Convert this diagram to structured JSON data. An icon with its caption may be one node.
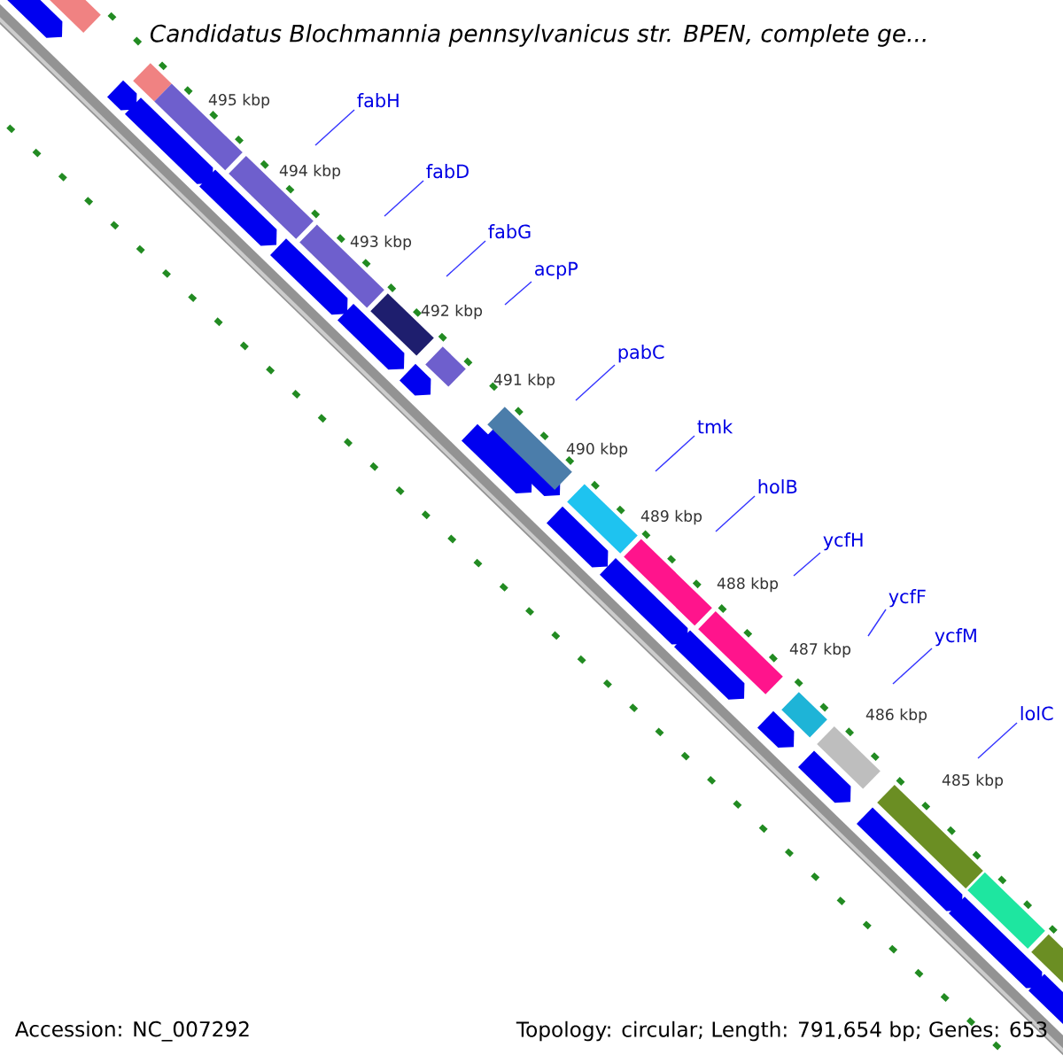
{
  "diagram": {
    "title": "Candidatus Blochmannia pennsylvanicus str. BPEN, complete ge...",
    "nodes": [
      {
        "text": [
          "fabH"
        ]
      },
      {
        "text": [
          "fabD"
        ]
      },
      {
        "text": [
          "fabG"
        ]
      },
      {
        "text": [
          "acpP"
        ]
      },
      {
        "text": [
          "pabC"
        ]
      },
      {
        "text": [
          "tmk"
        ]
      },
      {
        "text": [
          "holB"
        ]
      },
      {
        "text": [
          "ycfH"
        ]
      },
      {
        "text": [
          "ycfF"
        ]
      },
      {
        "text": [
          "ycfM"
        ]
      },
      {
        "text": [
          "lolC"
        ]
      }
    ],
    "edges": [
      {
        "from": 0,
        "to": null,
        "arrow": "none"
      },
      {
        "from": 1,
        "to": null,
        "arrow": "none"
      },
      {
        "from": 2,
        "to": null,
        "arrow": "none"
      },
      {
        "from": 3,
        "to": null,
        "arrow": "none"
      },
      {
        "from": 4,
        "to": null,
        "arrow": "none"
      },
      {
        "from": 5,
        "to": null,
        "arrow": "none"
      },
      {
        "from": 6,
        "to": null,
        "arrow": "none"
      },
      {
        "from": 7,
        "to": null,
        "arrow": "none"
      },
      {
        "from": 8,
        "to": null,
        "arrow": "none"
      },
      {
        "from": 9,
        "to": null,
        "arrow": "none"
      },
      {
        "from": 10,
        "to": null,
        "arrow": "none"
      }
    ],
    "labels": [
      "495 kbp",
      "494 kbp",
      "493 kbp",
      "492 kbp",
      "491 kbp",
      "490 kbp",
      "489 kbp",
      "488 kbp",
      "487 kbp",
      "486 kbp",
      "485 kbp",
      "Accession: NC_007292",
      "Topology: circular; Length: 791,654 bp; Genes: 653"
    ]
  }
}
